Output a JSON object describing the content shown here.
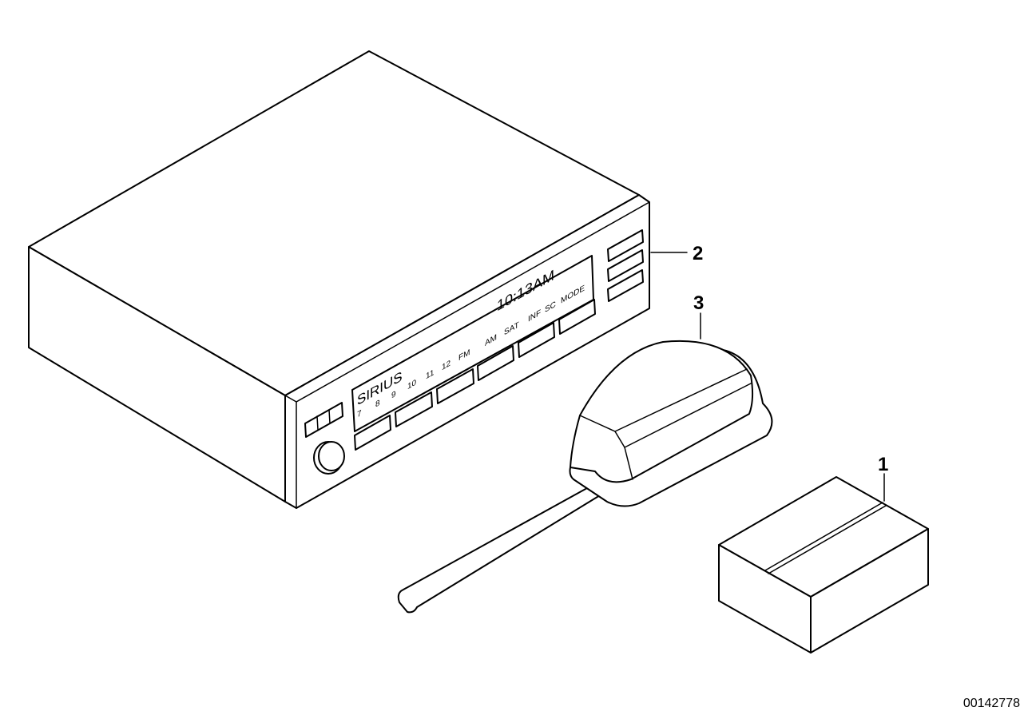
{
  "callouts": {
    "part_1": "1",
    "part_2": "2",
    "part_3": "3"
  },
  "radio_display": {
    "brand": "SIRIUS",
    "time": "10:13AM",
    "presets": [
      "7",
      "8",
      "9",
      "10",
      "11",
      "12"
    ],
    "band_fm": "FM",
    "band_am": "AM",
    "band_sat": "SAT",
    "func_inf": "INF",
    "func_sc": "SC",
    "func_mode": "MODE"
  },
  "catalog_number": "00142778"
}
